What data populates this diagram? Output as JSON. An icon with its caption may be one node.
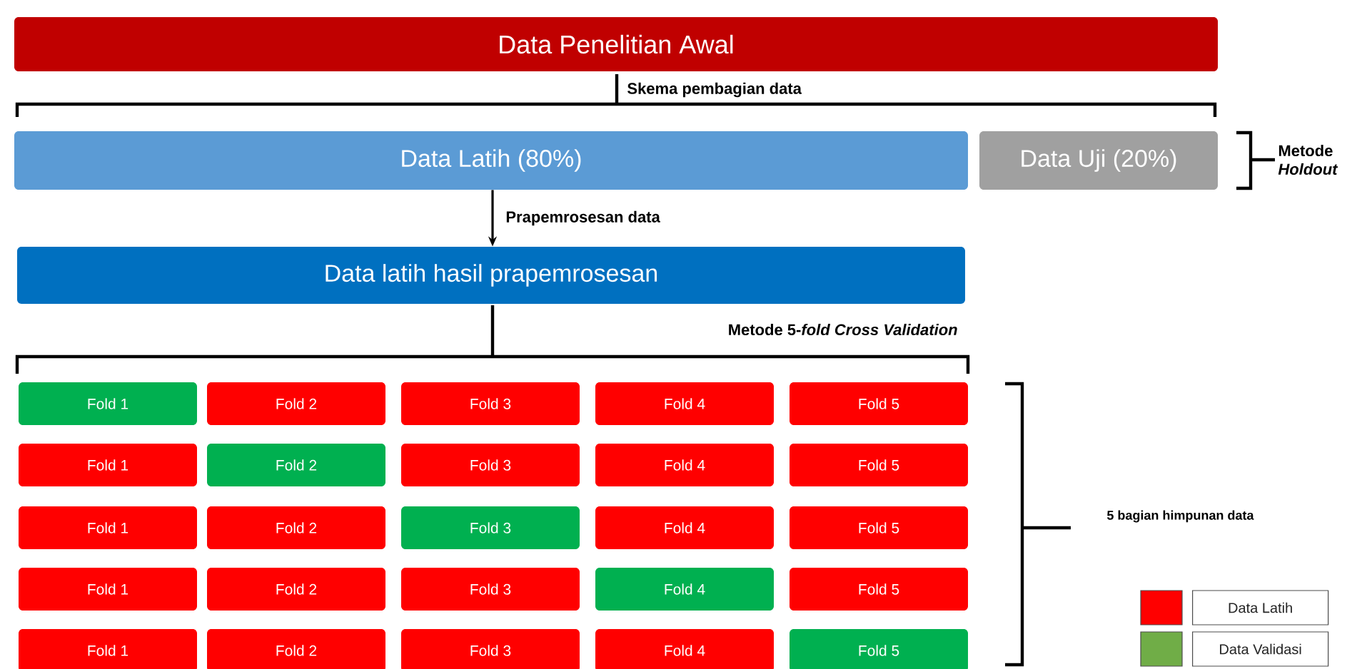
{
  "diagram": {
    "nodes": [
      {
        "text": [
          "Data Penelitian Awal"
        ]
      },
      {
        "text": [
          "Data Latih (80%)"
        ]
      },
      {
        "text": [
          "Data Uji (20%)"
        ]
      },
      {
        "text": [
          "Data latih hasil prapemrosesan"
        ]
      },
      {
        "text": [
          "Fold 1"
        ]
      },
      {
        "text": [
          "Fold 2"
        ]
      },
      {
        "text": [
          "Fold 3"
        ]
      },
      {
        "text": [
          "Fold 4"
        ]
      },
      {
        "text": [
          "Fold 5"
        ]
      },
      {
        "text": [
          "Fold 1"
        ]
      },
      {
        "text": [
          "Fold 2"
        ]
      },
      {
        "text": [
          "Fold 3"
        ]
      },
      {
        "text": [
          "Fold 4"
        ]
      },
      {
        "text": [
          "Fold 5"
        ]
      },
      {
        "text": [
          "Fold 1"
        ]
      },
      {
        "text": [
          "Fold 2"
        ]
      },
      {
        "text": [
          "Fold 3"
        ]
      },
      {
        "text": [
          "Fold 4"
        ]
      },
      {
        "text": [
          "Fold 5"
        ]
      },
      {
        "text": [
          "Fold 1"
        ]
      },
      {
        "text": [
          "Fold 2"
        ]
      },
      {
        "text": [
          "Fold 3"
        ]
      },
      {
        "text": [
          "Fold 4"
        ]
      },
      {
        "text": [
          "Fold 5"
        ]
      },
      {
        "text": [
          "Fold 1"
        ]
      },
      {
        "text": [
          "Fold 2"
        ]
      },
      {
        "text": [
          "Fold 3"
        ]
      },
      {
        "text": [
          "Fold 4"
        ]
      },
      {
        "text": [
          "Fold 5"
        ]
      }
    ],
    "edges": [
      {
        "from": 1,
        "to": 3,
        "arrow": "to",
        "label": "Prapemrosesan data"
      }
    ],
    "labels": [
      "Skema pembagian data",
      "Metode *Holdout*",
      "Metode 5-*fold Cross Validation*",
      "5 bagian himpunan data"
    ],
    "legend": [
      {
        "text": "Data Latih",
        "color": "#ff0000"
      },
      {
        "text": "Data Validasi",
        "color": "#70ad47"
      }
    ]
  }
}
